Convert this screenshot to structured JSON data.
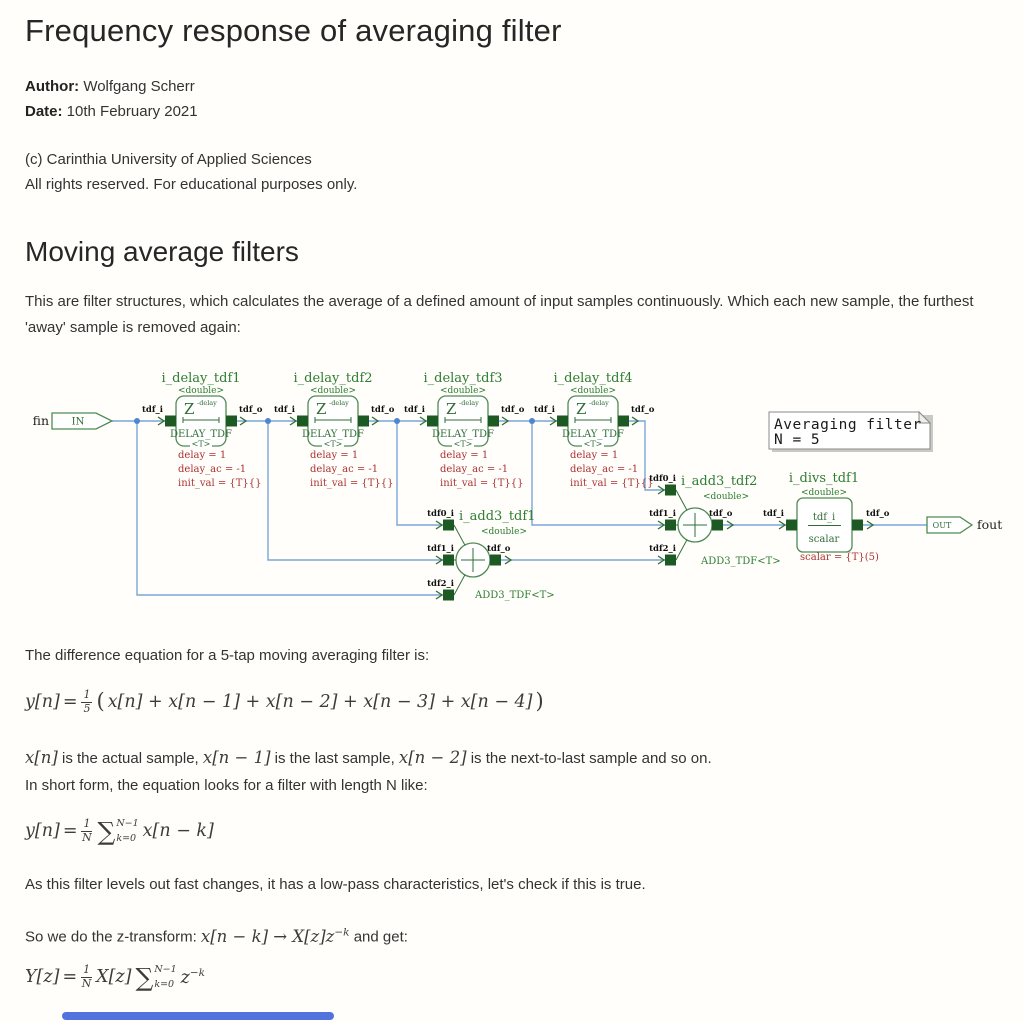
{
  "header": {
    "title": "Frequency response of averaging filter",
    "author_label": "Author:",
    "author_name": " Wolfgang Scherr",
    "date_label": "Date:",
    "date_value": " 10th February 2021",
    "copyright_line1": "(c) Carinthia University of Applied Sciences",
    "copyright_line2": "All rights reserved. For educational purposes only."
  },
  "section": {
    "heading": "Moving average filters",
    "intro_line1": "This are filter structures, which calculates the average of a defined amount of input samples continuously. Which each new sample, the furthest",
    "intro_line2": "'away' sample is removed again:"
  },
  "diagram": {
    "input_signal": "fin",
    "input_port": "IN",
    "output_port": "OUT",
    "output_signal": "fout",
    "note_line1": "Averaging filter",
    "note_line2": "N = 5",
    "delay_blocks": [
      {
        "name": "i_delay_tdf1",
        "dtype": "<double>",
        "symbol": "Z",
        "symbol_exp": "-delay",
        "kind": "DELAY_TDF",
        "template": "<T>",
        "in": "tdf_i",
        "out": "tdf_o",
        "params": [
          "delay = 1",
          "delay_ac = -1",
          "init_val = {T}{}"
        ]
      },
      {
        "name": "i_delay_tdf2",
        "dtype": "<double>",
        "symbol": "Z",
        "symbol_exp": "-delay",
        "kind": "DELAY_TDF",
        "template": "<T>",
        "in": "tdf_i",
        "out": "tdf_o",
        "params": [
          "delay = 1",
          "delay_ac = -1",
          "init_val = {T}{}"
        ]
      },
      {
        "name": "i_delay_tdf3",
        "dtype": "<double>",
        "symbol": "Z",
        "symbol_exp": "-delay",
        "kind": "DELAY_TDF",
        "template": "<T>",
        "in": "tdf_i",
        "out": "tdf_o",
        "params": [
          "delay = 1",
          "delay_ac = -1",
          "init_val = {T}{}"
        ]
      },
      {
        "name": "i_delay_tdf4",
        "dtype": "<double>",
        "symbol": "Z",
        "symbol_exp": "-delay",
        "kind": "DELAY_TDF",
        "template": "<T>",
        "in": "tdf_i",
        "out": "tdf_o",
        "params": [
          "delay = 1",
          "delay_ac = -1",
          "init_val = {T}{}"
        ]
      }
    ],
    "adders": [
      {
        "name": "i_add3_tdf1",
        "dtype": "<double>",
        "kind": "ADD3_TDF<T>",
        "in_ports": [
          "tdf0_i",
          "tdf1_i",
          "tdf2_i"
        ],
        "out": "tdf_o"
      },
      {
        "name": "i_add3_tdf2",
        "dtype": "<double>",
        "kind": "ADD3_TDF<T>",
        "in_ports": [
          "tdf0_i",
          "tdf1_i",
          "tdf2_i"
        ],
        "out": "tdf_o"
      }
    ],
    "divider": {
      "name": "i_divs_tdf1",
      "dtype": "<double>",
      "numerator": "tdf_i",
      "denominator": "scalar",
      "in": "tdf_i",
      "out": "tdf_o",
      "param": "scalar = {T}(5)"
    }
  },
  "body": {
    "diff_eq_text": "The difference equation for a 5-tap moving averaging filter is:",
    "eq1": {
      "lhs": "y[n]",
      "equals": "=",
      "num": "1",
      "den": "5",
      "lparen": "(",
      "terms": "x[n] + x[n − 1] + x[n − 2] + x[n − 3] + x[n − 4]",
      "rparen": ")"
    },
    "explain": {
      "m1": "x[n]",
      "t1": " is the actual sample, ",
      "m2": "x[n − 1]",
      "t2": " is the last sample, ",
      "m3": "x[n − 2]",
      "t3": " is the next-to-last sample and so on."
    },
    "short_form_text": "In short form, the equation looks for a filter with length N like:",
    "eq2": {
      "lhs": "y[n]",
      "equals": "=",
      "num": "1",
      "den": "N",
      "sum": "∑",
      "sum_sup": "N−1",
      "sum_sub": "k=0",
      "rhs": "x[n − k]"
    },
    "lowpass_text": "As this filter levels out fast changes, it has a low-pass characteristics, let's check if this is true.",
    "ztrans": {
      "prefix": "So we do the z-transform: ",
      "math_base": "x[n − k] → X[z]z",
      "math_sup": "−k",
      "suffix": " and get:"
    },
    "eq3": {
      "lhs": "Y[z]",
      "equals": "=",
      "num": "1",
      "den": "N",
      "mid": "X[z]",
      "sum": "∑",
      "sum_sup": "N−1",
      "sum_sub": "k=0",
      "base": "z",
      "sup": "−k"
    }
  },
  "colors": {
    "wire_blue": "#7aa5d8",
    "block_green": "#4f8a54",
    "param_red": "#aa3333",
    "scrollbar_blue": "#5273dd"
  }
}
